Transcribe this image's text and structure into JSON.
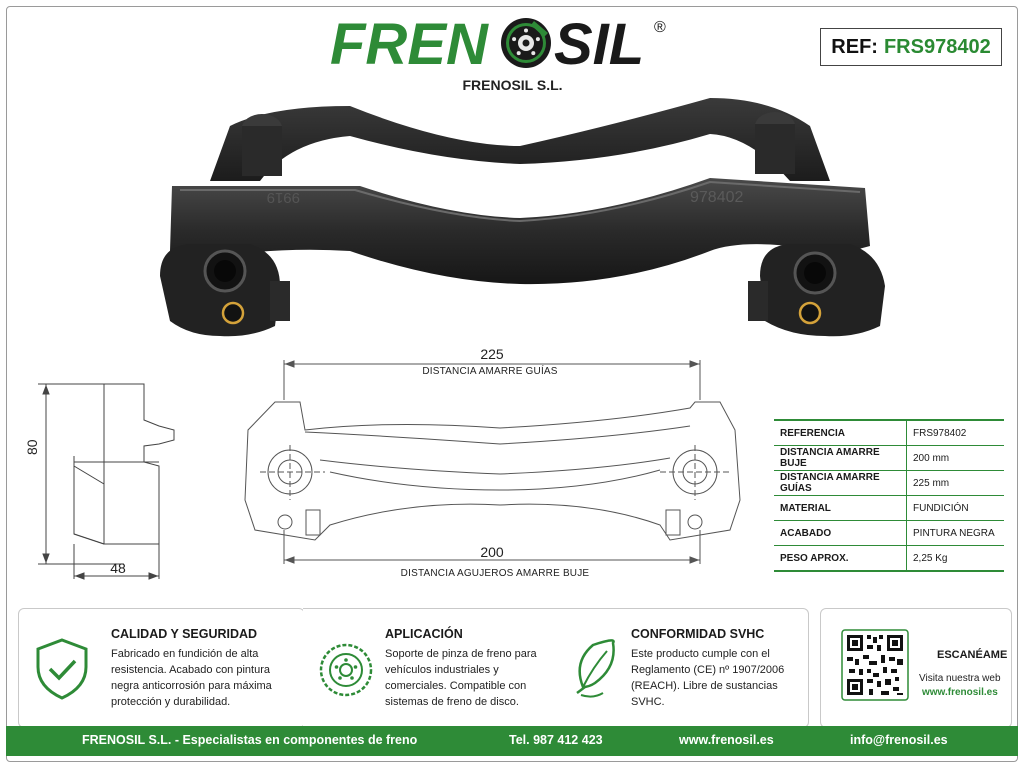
{
  "brand": {
    "logo_part1": "FREN",
    "logo_part2": "SIL",
    "registered": "®",
    "company": "FRENOSIL S.L.",
    "green": "#2e8b37"
  },
  "ref": {
    "label": "REF:",
    "value": "FRS978402"
  },
  "product_image": {
    "casting_marks": [
      "9919",
      "978402"
    ]
  },
  "drawing": {
    "top_value": "225",
    "top_label": "DISTANCIA AMARRE GUÍAS",
    "bottom_value": "200",
    "bottom_label": "DISTANCIA AGUJEROS AMARRE BUJE",
    "height_value": "80",
    "width_value": "48"
  },
  "specs": [
    {
      "key": "REFERENCIA",
      "value": "FRS978402"
    },
    {
      "key": "DISTANCIA AMARRE BUJE",
      "value": "200 mm"
    },
    {
      "key": "DISTANCIA AMARRE GUÍAS",
      "value": "225 mm"
    },
    {
      "key": "MATERIAL",
      "value": "FUNDICIÓN"
    },
    {
      "key": "ACABADO",
      "value": "PINTURA NEGRA"
    },
    {
      "key": "PESO APROX.",
      "value": "2,25 Kg"
    }
  ],
  "features": {
    "quality": {
      "icon": "shield-check-icon",
      "title": "CALIDAD Y SEGURIDAD",
      "lines": [
        "Fabricado en fundición de alta",
        "resistencia. Acabado con pintura",
        "negra anticorrosión para máxima",
        "protección y durabilidad."
      ]
    },
    "application": {
      "icon": "brake-disc-icon",
      "title": "APLICACIÓN",
      "lines": [
        "Soporte de pinza de freno para",
        "vehículos industriales y",
        "comerciales. Compatible con",
        "sistemas de freno de disco."
      ]
    },
    "compliance": {
      "icon": "leaf-icon",
      "title": "CONFORMIDAD SVHC",
      "lines": [
        "Este producto cumple con el",
        "Reglamento (CE) nº 1907/2006",
        "(REACH). Libre de sustancias",
        "SVHC."
      ]
    },
    "qr": {
      "icon": "qr-code-icon",
      "title": "ESCANÉAME",
      "line1": "Visita nuestra web",
      "link": "www.frenosil.es"
    }
  },
  "footer": {
    "company": "FRENOSIL S.L. - Especialistas en componentes de freno",
    "phone": "Tel. 987 412 423",
    "web": "www.frenosil.es",
    "email": "info@frenosil.es"
  }
}
